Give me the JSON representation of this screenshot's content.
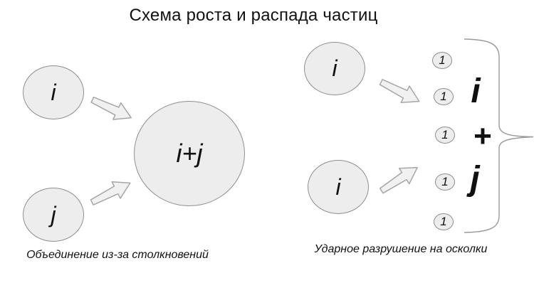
{
  "title": "Схема роста и распада частиц",
  "left_panel": {
    "particle_i": "i",
    "particle_j": "j",
    "merged_particle": "i+j",
    "caption": "Объединение из-за столкновений"
  },
  "right_panel": {
    "particle_top": "i",
    "particle_bottom": "i",
    "fragments": [
      "1",
      "1",
      "1",
      "1",
      "1"
    ],
    "label_i": "i",
    "label_plus": "+",
    "label_j": "j",
    "caption": "Ударное разрушение на осколки"
  },
  "colors": {
    "background": "#ffffff",
    "circle_fill": "#ededed",
    "circle_stroke": "#8f8f8f",
    "arrow_fill": "#f1f1f1",
    "arrow_stroke": "#a6a6a6",
    "brace_stroke": "#9a9a9a",
    "text": "#111111"
  }
}
